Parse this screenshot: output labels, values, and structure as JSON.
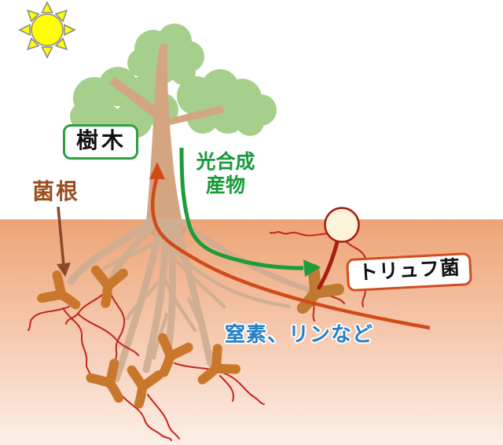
{
  "labels": {
    "tree": "樹木",
    "mycorrhiza": "菌根",
    "truffle_fungus": "トリュフ菌",
    "photosynthesis_line1": "光合成",
    "photosynthesis_line2": "産物",
    "nutrients": "窒素、リンなど"
  },
  "icons": {
    "sun": "sun-icon"
  },
  "colors": {
    "background_sky": "#ffffff",
    "soil_top": "#eda476",
    "soil_mid": "#f6ccb3",
    "soil_bottom": "#fcefe8",
    "canopy_green": "#a6cf8b",
    "trunk_tan": "#d4a581",
    "root_tan": "#cfae93",
    "mycorrhiza_orange": "#c9772b",
    "truffle_mycorrhiza_brown": "#bd7a30",
    "hyphae_red": "#c2251d",
    "truffle_body_fill": "#fdf3da",
    "truffle_outline_red": "#a81d12",
    "nutrient_flow_red": "#d24a18",
    "photosynthate_flow_green": "#1d9c3a",
    "pointer_arrow_brown": "#8a4a28",
    "tree_label_border_green": "#2aa03f",
    "truffle_label_border_orange": "#d34d1f",
    "mycorrhiza_text_brown": "#9c4e1e",
    "nutrients_text_blue": "#2781c8",
    "photosynthesis_text_green": "#18993a",
    "sun_yellow": "#ffff00",
    "sun_outline_gray": "#8a8a8a"
  }
}
